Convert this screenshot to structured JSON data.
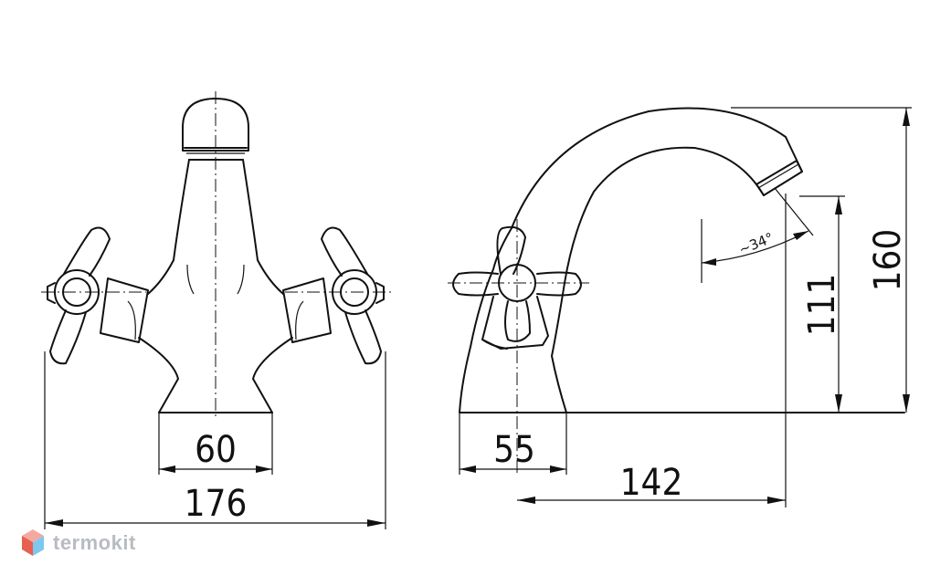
{
  "dimensions": {
    "front_base_width": "60",
    "front_overall_width": "176",
    "side_base_width": "55",
    "side_spout_reach": "142",
    "side_spout_height": "111",
    "side_overall_height": "160",
    "spout_angle": "~34°"
  },
  "logo": {
    "text": "termokit"
  },
  "colors": {
    "line": "#111111",
    "logo": "#b8bcc2"
  }
}
